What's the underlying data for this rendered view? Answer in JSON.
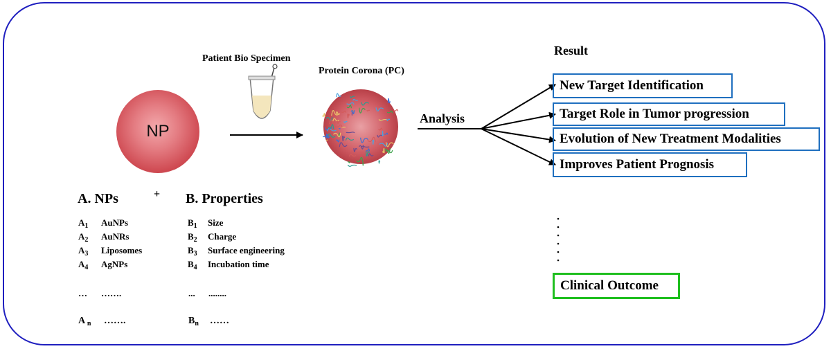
{
  "np_label": "NP",
  "specimen_label": "Patient Bio Specimen",
  "corona_label": "Protein Corona (PC)",
  "analysis_label": "Analysis",
  "result_label": "Result",
  "results": [
    "New Target Identification",
    "Target Role in Tumor progression",
    "Evolution of New Treatment Modalities",
    "Improves Patient  Prognosis"
  ],
  "clinical_outcome": "Clinical Outcome",
  "plus": "+",
  "nps": {
    "heading": "A.  NPs",
    "letter": "A",
    "items": [
      {
        "sub": "1",
        "label": "AuNPs"
      },
      {
        "sub": "2",
        "label": "AuNRs"
      },
      {
        "sub": "3",
        "label": "Liposomes"
      },
      {
        "sub": "4",
        "label": "AgNPs"
      }
    ],
    "ellipsis_left": "…",
    "ellipsis_right": "…….",
    "last_sub": "n",
    "last_dots": "……."
  },
  "properties": {
    "heading": "B. Properties",
    "letter": "B",
    "items": [
      {
        "sub": "1",
        "label": "Size"
      },
      {
        "sub": "2",
        "label": "Charge"
      },
      {
        "sub": "3",
        "label": "Surface engineering"
      },
      {
        "sub": "4",
        "label": "Incubation time"
      }
    ],
    "ellipsis_left": "...",
    "ellipsis_right": "........",
    "last_sub": "n",
    "last_dots": "……"
  },
  "colors": {
    "frame": "#1f1fbf",
    "result_box": "#1f6fbf",
    "outcome_box": "#1fbf1f",
    "np": "#d9535a"
  }
}
